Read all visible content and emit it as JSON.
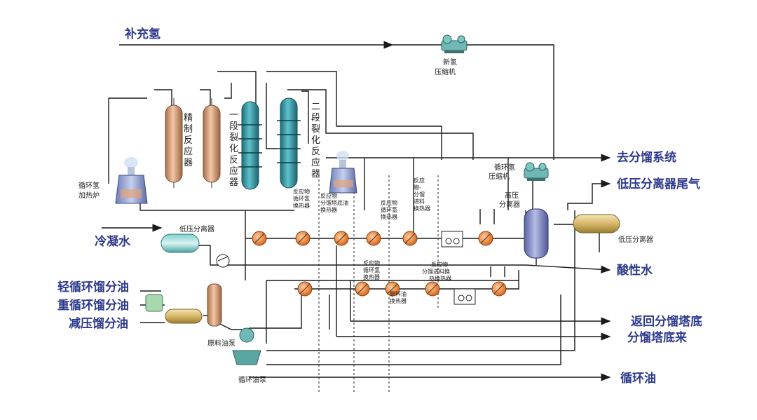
{
  "labels": {
    "makeup_h2": "补充氢",
    "new_h2_compressor": "新氢\n压缩机",
    "to_fractionation": "去分馏系统",
    "recycle_h2_compressor": "循环氢\n压缩机",
    "low_pressure_separator_offgas": "低压分离器尾气",
    "high_pressure_separator": "高压\n分离器",
    "refining_reactor": "精制反应器",
    "first_stage_cracking": "一段裂化反应器",
    "second_stage_cracking": "二段裂化反应器",
    "recycle_h2_furnace": "循环氢\n加热炉",
    "condensate_water": "冷凝水",
    "low_pressure_separator_left": "低压分离器",
    "low_pressure_separator_right": "低压分离器",
    "sour_water": "酸性水",
    "light_cycle_oil": "轻循环馏分油",
    "heavy_cycle_oil": "重循环馏分油",
    "vacuum_distillate": "减压馏分油",
    "feed_pump": "原料油泵",
    "recycle_oil_pump": "循环油泵",
    "return_to_bottom": "返回分馏塔底",
    "from_bottom": "分馏塔底来",
    "recycle_oil": "循环油",
    "hx_reactant_recycle_h2": "反应物\n循环氢\n换热器",
    "hx_reactant_bottom_feed": "反应物\n分馏塔底油\n换热器",
    "hx_reactant_recycle_h2_2": "反应物\n循环氢\n换热器",
    "hx_reactant_fract_feed": "反应物-\n分馏\n进料\n换热器",
    "hx_reactant_recycle_h2_lower": "反应物\n循环氢\n换热器",
    "hx_reactant_fract_feed_lower": "反应物-\n分馏进料换\n热换热器",
    "hx_feed_oil": "原料油\n换热器"
  },
  "colors": {
    "label_blue": "#2d3a8c",
    "reactor_teal": "#2a8f9a",
    "reactor_copper": "#c8926a",
    "heat_exchanger": "#e07a2e",
    "separator_blue": "#7f88c2"
  }
}
